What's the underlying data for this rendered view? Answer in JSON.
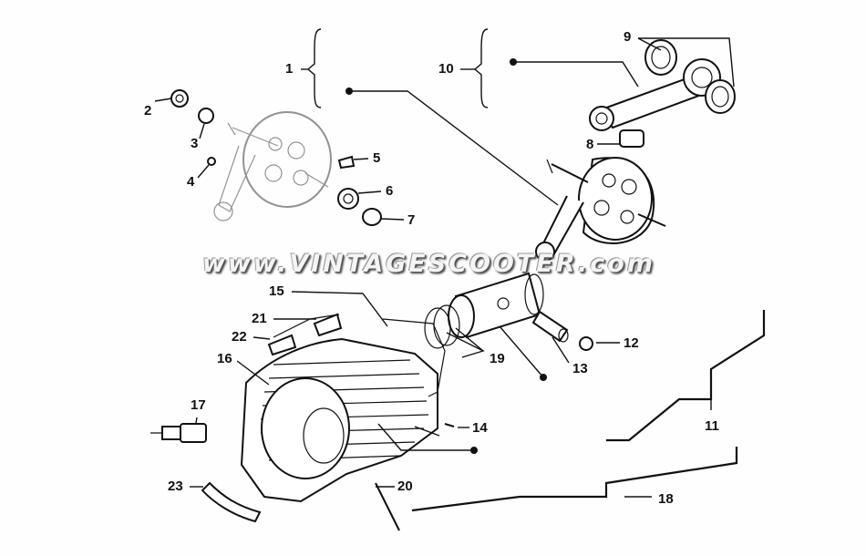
{
  "watermark": "www.VINTAGESCOOTER.com",
  "callouts": [
    {
      "id": "c1",
      "text": "1"
    },
    {
      "id": "c2",
      "text": "2"
    },
    {
      "id": "c3",
      "text": "3"
    },
    {
      "id": "c4",
      "text": "4"
    },
    {
      "id": "c5",
      "text": "5"
    },
    {
      "id": "c6",
      "text": "6"
    },
    {
      "id": "c7",
      "text": "7"
    },
    {
      "id": "c8",
      "text": "8"
    },
    {
      "id": "c9",
      "text": "9"
    },
    {
      "id": "c10",
      "text": "10"
    },
    {
      "id": "c11",
      "text": "11"
    },
    {
      "id": "c12",
      "text": "12"
    },
    {
      "id": "c13",
      "text": "13"
    },
    {
      "id": "c14",
      "text": "14"
    },
    {
      "id": "c15",
      "text": "15"
    },
    {
      "id": "c16",
      "text": "16"
    },
    {
      "id": "c17",
      "text": "17"
    },
    {
      "id": "c18",
      "text": "18"
    },
    {
      "id": "c19",
      "text": "19"
    },
    {
      "id": "c20",
      "text": "20"
    },
    {
      "id": "c21",
      "text": "21"
    },
    {
      "id": "c22",
      "text": "22"
    },
    {
      "id": "c23",
      "text": "23"
    }
  ]
}
